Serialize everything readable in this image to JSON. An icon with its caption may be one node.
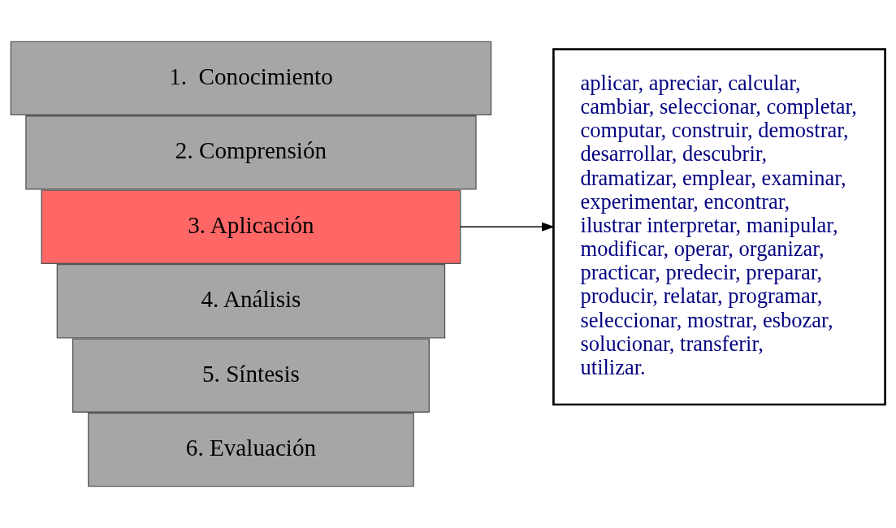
{
  "diagram": {
    "nodes": [
      {
        "text": [
          "6. Evaluación"
        ]
      },
      {
        "text": [
          "5. Síntesis"
        ]
      },
      {
        "text": [
          "4. Análisis"
        ]
      },
      {
        "text": [
          "3. Aplicación"
        ]
      },
      {
        "text": [
          "2. Comprensión"
        ]
      },
      {
        "text": [
          "1.  Conocimiento"
        ]
      },
      {
        "text": [
          "aplicar, apreciar, calcular, cambiar, seleccionar, completar, computar, construir, demostrar, desarrollar, descubrir, dramatizar, emplear, examinar, experimentar, encontrar, ilustrar interpretar, manipular, modificar, operar, organizar, practicar, predecir, preparar, producir, relatar, programar, seleccionar, mostrar, esbozar, solucionar, transferir, utilizar."
        ]
      }
    ],
    "edges": [
      {
        "from": 3,
        "to": 6,
        "arrow": "to"
      }
    ]
  }
}
